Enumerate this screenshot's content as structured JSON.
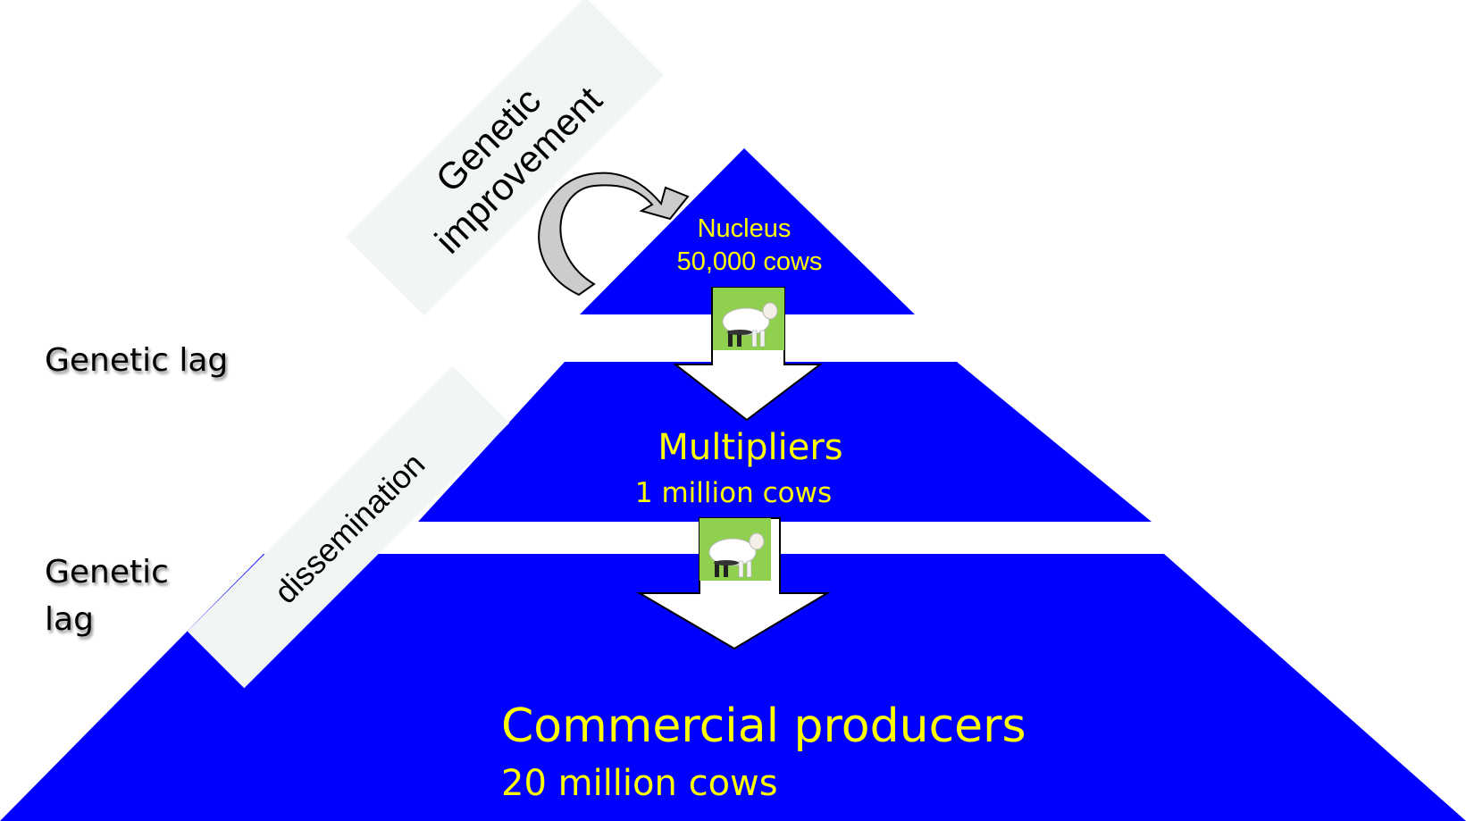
{
  "tiers": {
    "nucleus": {
      "name": "Nucleus",
      "count": "50,000 cows"
    },
    "multipliers": {
      "name": "Multipliers",
      "count": "1 million cows"
    },
    "commercial": {
      "name": "Commercial producers",
      "count": "20 million cows"
    }
  },
  "labels": {
    "genetic_improvement_line1": "Genetic",
    "genetic_improvement_line2": "improvement",
    "dissemination": "dissemination",
    "lag_upper": "Genetic lag",
    "lag_lower_line1": "Genetic",
    "lag_lower_line2": "lag"
  },
  "colors": {
    "pyramid": "#0000ff",
    "text_on_pyramid": "#ffff00",
    "label_box": "#f2f5f5",
    "icon_background": "#8fd14f",
    "improvement_arrow": "#cccccc"
  },
  "icons": [
    "sheep-icon",
    "sheep-icon"
  ]
}
